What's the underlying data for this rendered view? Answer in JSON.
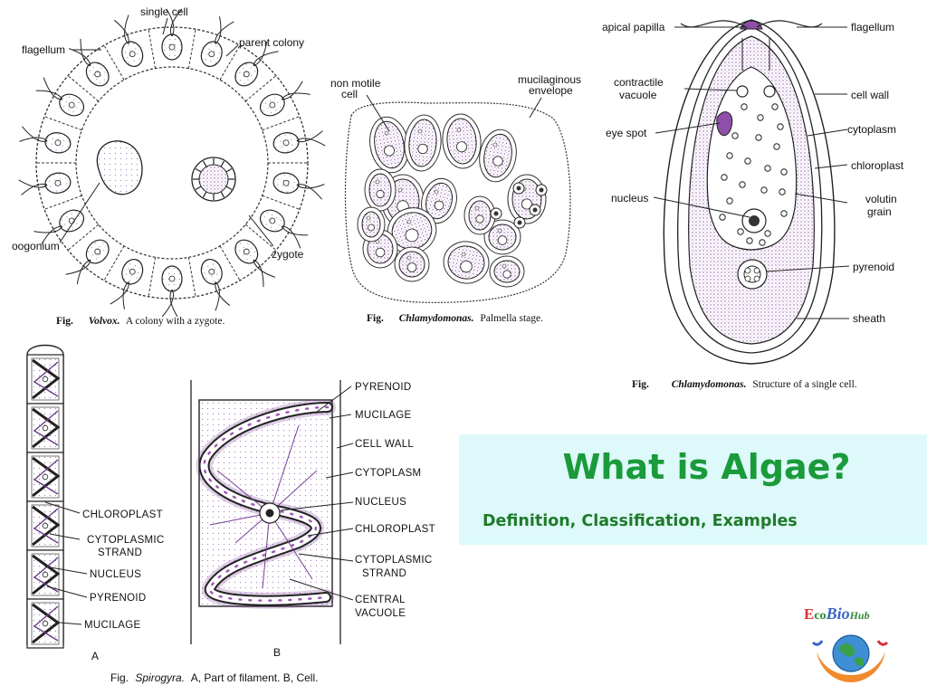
{
  "volvox": {
    "labels": {
      "single_cell": "single cell",
      "flagellum": "flagellum",
      "parent_colony": "parent colony",
      "oogonium": "oogonium",
      "zygote": "zygote"
    },
    "caption": {
      "prefix": "Fig.",
      "genus": "Volvox.",
      "text": "A colony with a zygote."
    }
  },
  "palmella": {
    "labels": {
      "non_motile_cell": [
        "non motile",
        "cell"
      ],
      "mucilaginous_envelope": [
        "mucilaginous",
        "envelope"
      ]
    },
    "caption": {
      "prefix": "Fig.",
      "genus": "Chlamydomonas.",
      "text": "Palmella stage."
    }
  },
  "chlamydomonas": {
    "labels": {
      "apical_papilla": "apical papilla",
      "flagellum": "flagellum",
      "contractile_vacuole": [
        "contractile",
        "vacuole"
      ],
      "cell_wall": "cell wall",
      "eye_spot": "eye spot",
      "cytoplasm": "cytoplasm",
      "chloroplast": "chloroplast",
      "nucleus": "nucleus",
      "volutin_grain": [
        "volutin",
        "grain"
      ],
      "pyrenoid": "pyrenoid",
      "sheath": "sheath"
    },
    "caption": {
      "prefix": "Fig.",
      "genus": "Chlamydomonas.",
      "text": "Structure of a single cell."
    }
  },
  "spirogyra": {
    "labels_a": {
      "chloroplast": "CHLOROPLAST",
      "cytoplasmic_strand": [
        "CYTOPLASMIC",
        "STRAND"
      ],
      "nucleus": "NUCLEUS",
      "pyrenoid": "PYRENOID",
      "mucilage": "MUCILAGE"
    },
    "labels_b": {
      "pyrenoid": "PYRENOID",
      "mucilage": "MUCILAGE",
      "cell_wall": "CELL WALL",
      "cytoplasm": "CYTOPLASM",
      "nucleus": "NUCLEUS",
      "chloroplast": "CHLOROPLAST",
      "cytoplasmic_strand": [
        "CYTOPLASMIC",
        "STRAND"
      ],
      "central_vacuole": [
        "CENTRAL",
        "VACUOLE"
      ]
    },
    "panel_a": "A",
    "panel_b": "B",
    "caption": {
      "prefix": "Fig.",
      "genus": "Spirogyra.",
      "text": "A, Part of filament. B, Cell."
    }
  },
  "banner": {
    "title": "What is Algae?",
    "subtitle": "Definition, Classification, Examples"
  },
  "logo": {
    "text": "EcoBioHub"
  },
  "colors": {
    "purple": "#a05bb8",
    "stipple": "#c9a6dc",
    "banner_bg": "#ddf9f9",
    "title_green": "#1a9a3a",
    "subtitle_green": "#1f7a2a"
  }
}
